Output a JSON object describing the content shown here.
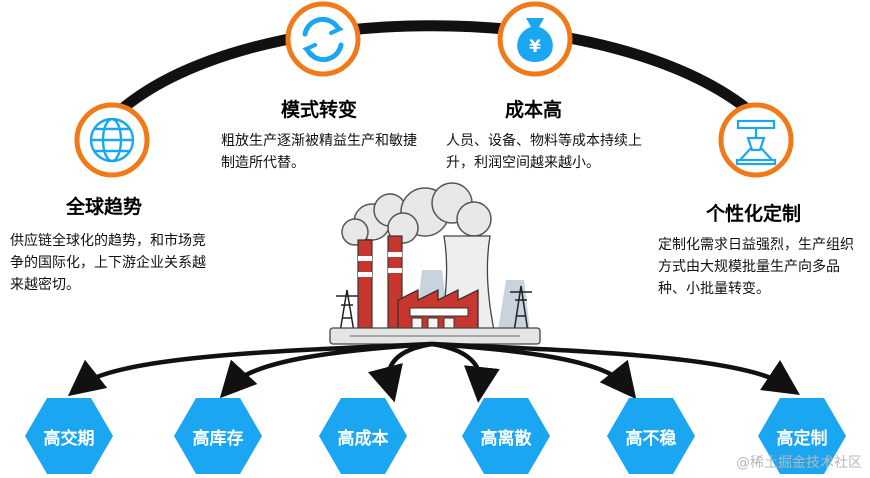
{
  "trends": [
    {
      "title": "全球趋势",
      "description": "供应链全球化的趋势，和市场竞争的国际化，上下游企业关系越来越密切。",
      "icon": "globe-icon"
    },
    {
      "title": "模式转变",
      "description": "粗放生产逐渐被精益生产和敏捷制造所代替。",
      "icon": "refresh-icon"
    },
    {
      "title": "成本高",
      "description": "人员、设备、物料等成本持续上升，利润空间越来越小。",
      "icon": "money-bag-icon"
    },
    {
      "title": "个性化定制",
      "description": "定制化需求日益强烈，生产组织方式由大规模批量生产向多品种、小批量转变。",
      "icon": "customization-icon"
    }
  ],
  "outcomes": [
    "高交期",
    "高库存",
    "高成本",
    "高离散",
    "高不稳",
    "高定制"
  ],
  "center_image": "factory-illustration",
  "watermark": "@稀土掘金技术社区",
  "colors": {
    "arc": "#111111",
    "ring": "#f07a1a",
    "icon": "#1aa6f0",
    "hexagon": "#1aa6f0",
    "factory_red": "#c8372d",
    "smoke": "#e8e8e8"
  }
}
